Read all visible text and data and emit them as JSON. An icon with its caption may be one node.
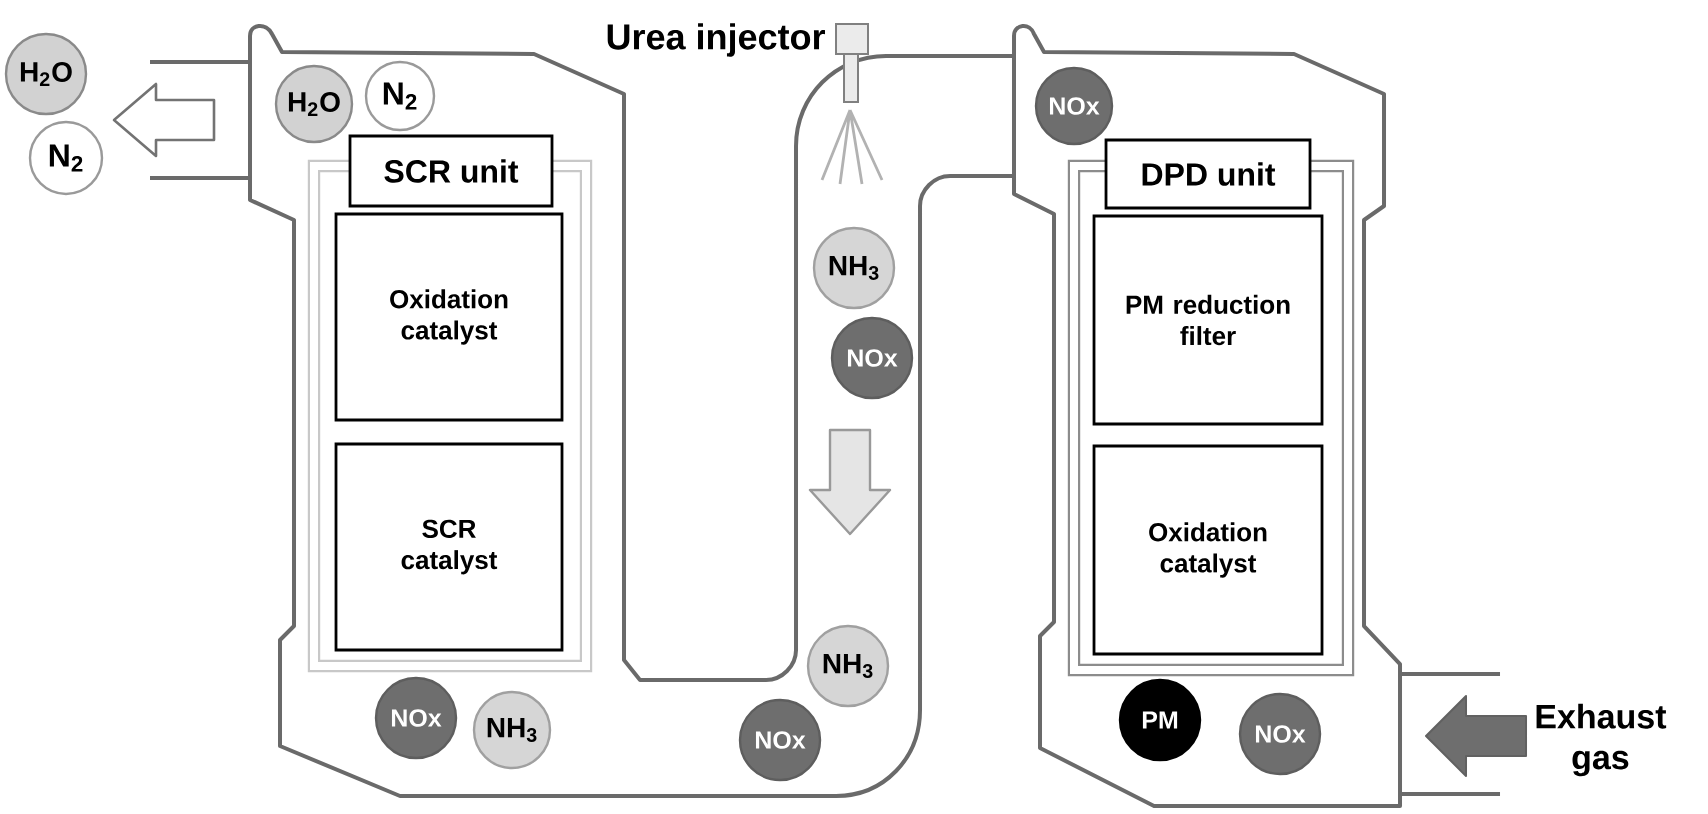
{
  "diagram": {
    "nodes": [
      {
        "text": [
          "H$_{2}$O"
        ]
      },
      {
        "text": [
          "N$_{2}$"
        ]
      },
      {
        "text": [
          "H$_{2}$O"
        ]
      },
      {
        "text": [
          "N$_{2}$"
        ]
      },
      {
        "text": [
          "SCR unit"
        ]
      },
      {
        "text": [
          "Oxidation catalyst"
        ],
        "in": 4
      },
      {
        "text": [
          "SCR catalyst"
        ],
        "in": 4
      },
      {
        "text": [
          "NOx"
        ]
      },
      {
        "text": [
          "NH$_{3}$"
        ]
      },
      {
        "text": [
          "NH$_{3}$"
        ]
      },
      {
        "text": [
          "NOx"
        ]
      },
      {
        "text": [
          "NH$_{3}$"
        ]
      },
      {
        "text": [
          "NOx"
        ]
      },
      {
        "text": [
          "NOx"
        ]
      },
      {
        "text": [
          "DPD unit"
        ]
      },
      {
        "text": [
          "PM reduction filter"
        ],
        "in": 14
      },
      {
        "text": [
          "Oxidation catalyst"
        ],
        "in": 14
      },
      {
        "text": [
          "PM"
        ]
      },
      {
        "text": [
          "NOx"
        ]
      }
    ],
    "labels": [
      "Urea injector",
      "Exhaust gas"
    ]
  }
}
